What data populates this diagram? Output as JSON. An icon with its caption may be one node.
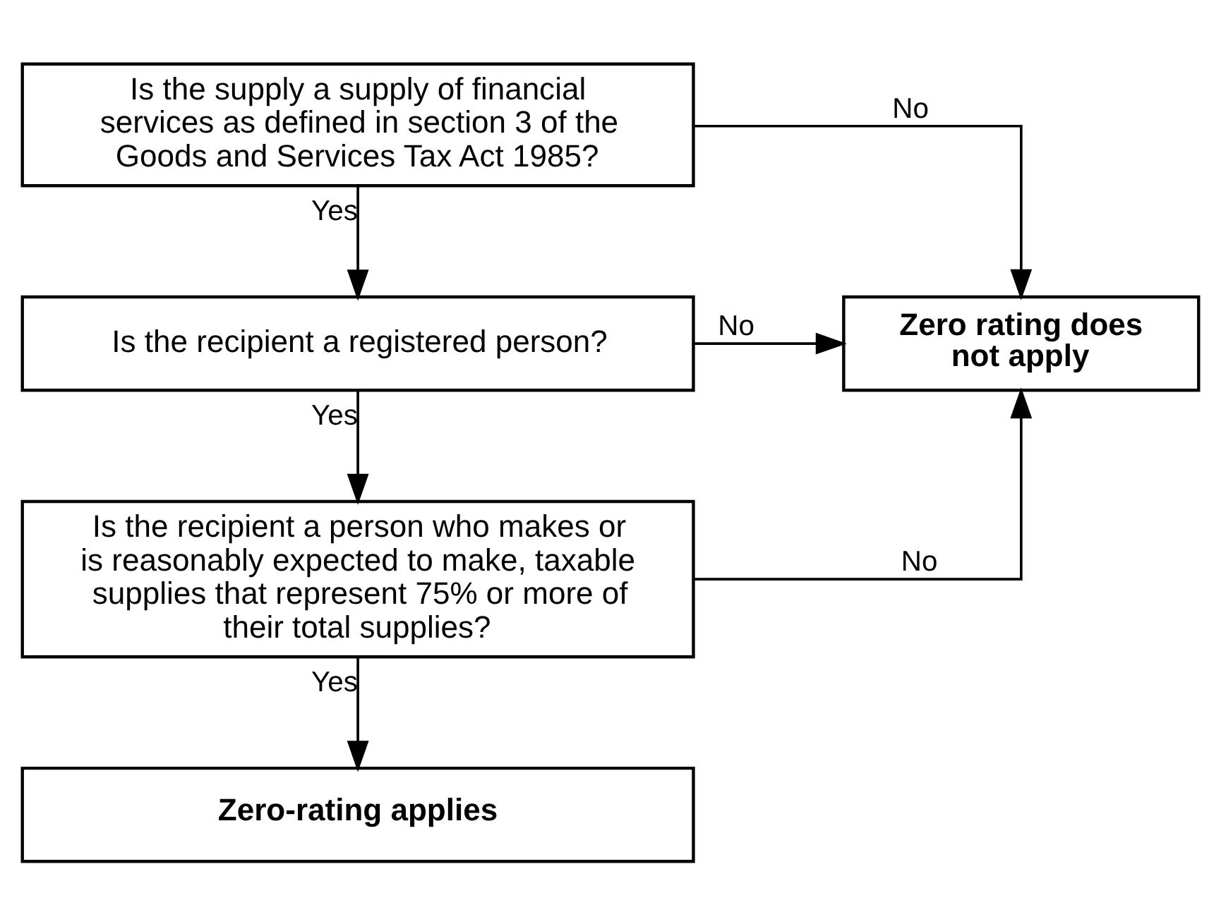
{
  "diagram": {
    "nodes": [
      {
        "text": [
          "Is the supply a supply of financial services as defined in section 3 of the Goods and Services Tax Act 1985?"
        ]
      },
      {
        "text": [
          "Zero rating does not apply"
        ]
      },
      {
        "text": [
          "Is the recipient a registered person?"
        ]
      },
      {
        "text": [
          "Is the recipient a person who makes or is reasonably expected to make, taxable supplies that represent 75% or more of their total supplies?"
        ]
      },
      {
        "text": [
          "Zero-rating applies"
        ]
      }
    ],
    "edges": [
      {
        "from": 0,
        "to": 1,
        "arrow": "to",
        "label": "No"
      },
      {
        "from": 0,
        "to": 2,
        "arrow": "to",
        "label": "Yes"
      },
      {
        "from": 2,
        "to": 1,
        "arrow": "to",
        "label": "No"
      },
      {
        "from": 2,
        "to": 3,
        "arrow": "to",
        "label": "Yes"
      },
      {
        "from": 3,
        "to": 1,
        "arrow": "to",
        "label": "No"
      },
      {
        "from": 3,
        "to": 4,
        "arrow": "to",
        "label": "Yes"
      }
    ]
  }
}
